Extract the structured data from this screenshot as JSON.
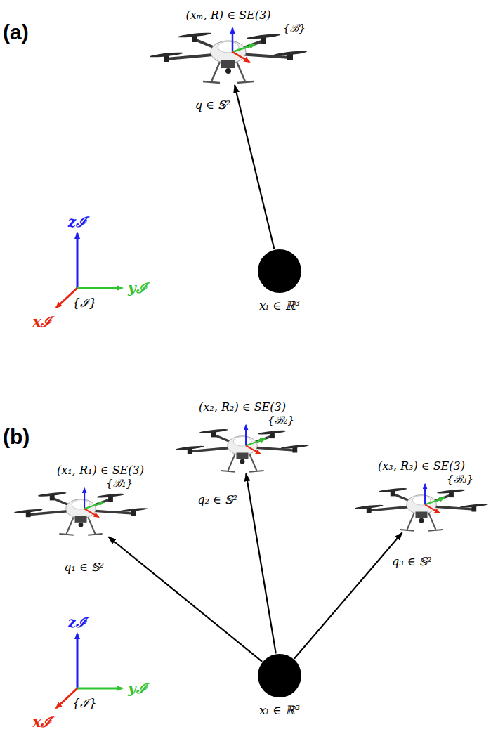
{
  "diagram": {
    "nodes": [
      {
        "text": [
          "(xₘ, R) ∈ SE(3)",
          "{ℬ}"
        ]
      },
      {
        "text": [
          "xₗ ∈ ℝ³"
        ]
      },
      {
        "text": [
          "(x₁, R₁) ∈ SE(3)",
          "{ℬ₁}"
        ]
      },
      {
        "text": [
          "(x₂, R₂) ∈ SE(3)",
          "{ℬ₂}"
        ]
      },
      {
        "text": [
          "(x₃, R₃) ∈ SE(3)",
          "{ℬ₃}"
        ]
      },
      {
        "text": [
          "xₗ ∈ ℝ³"
        ]
      }
    ],
    "edges": [
      {
        "from": 1,
        "to": 0,
        "arrow": "to",
        "label": "q ∈ 𝕊²"
      },
      {
        "from": 5,
        "to": 2,
        "arrow": "to",
        "label": "q₁ ∈ 𝕊²"
      },
      {
        "from": 5,
        "to": 3,
        "arrow": "to",
        "label": "q₂ ∈ 𝕊²"
      },
      {
        "from": 5,
        "to": 4,
        "arrow": "to",
        "label": "q₃ ∈ 𝕊²"
      }
    ],
    "labels": [
      "(a)",
      "zℐ",
      "yℐ",
      "{ℐ}",
      "xℐ",
      "(b)",
      "zℐ",
      "yℐ",
      "{ℐ}",
      "xℐ"
    ]
  }
}
